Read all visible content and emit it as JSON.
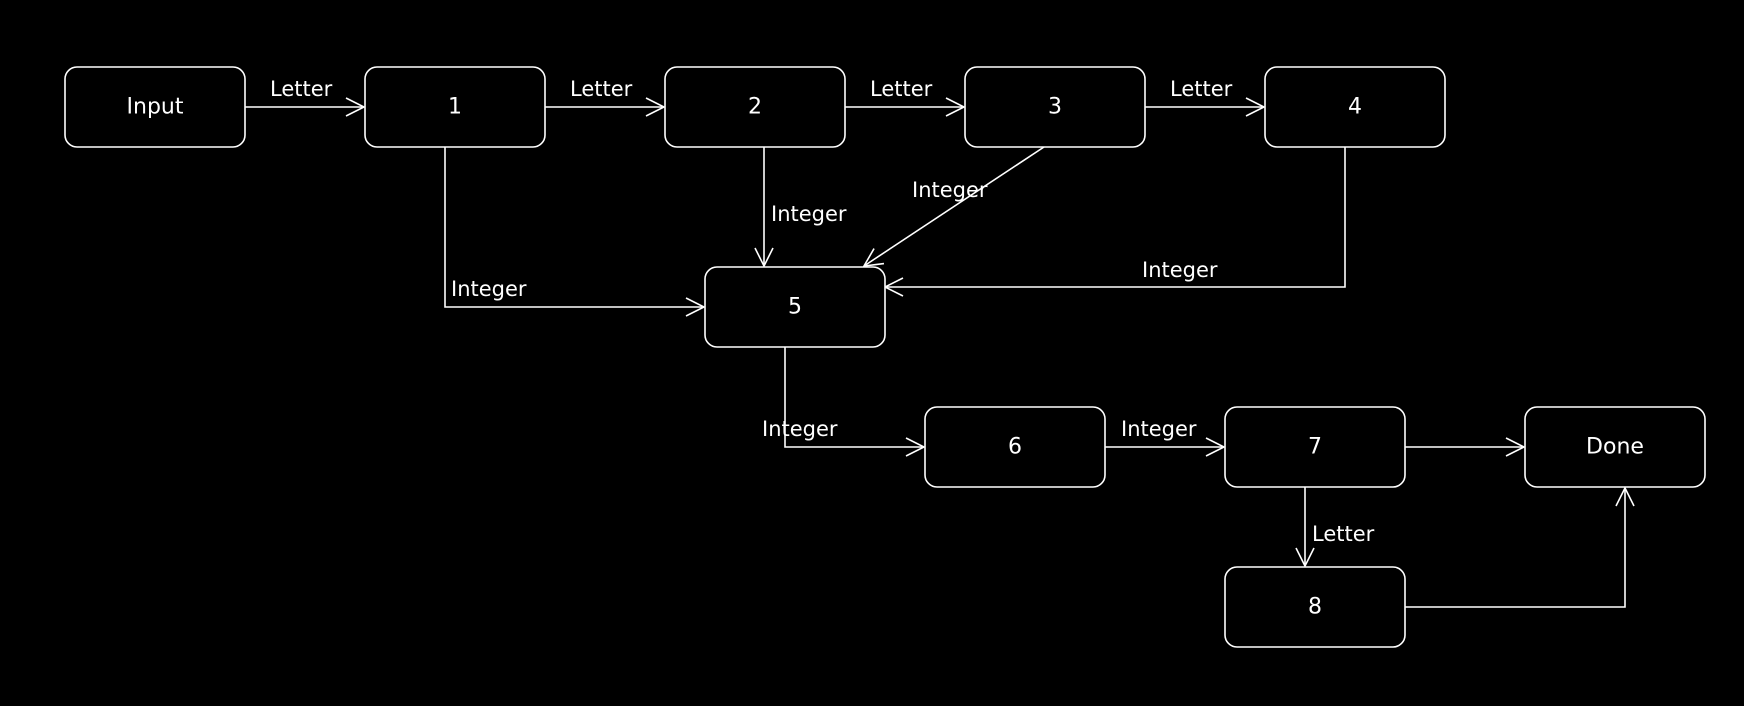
{
  "diagram": {
    "nodes": {
      "input": "Input",
      "n1": "1",
      "n2": "2",
      "n3": "3",
      "n4": "4",
      "n5": "5",
      "n6": "6",
      "n7": "7",
      "n8": "8",
      "done": "Done"
    },
    "edges": {
      "input_1": "Letter",
      "1_2": "Letter",
      "2_3": "Letter",
      "3_4": "Letter",
      "1_5": "Integer",
      "2_5": "Integer",
      "3_5": "Integer",
      "4_5": "Integer",
      "5_6": "Integer",
      "6_7": "Integer",
      "7_done": "",
      "7_8": "Letter",
      "8_done": ""
    }
  },
  "colors": {
    "background": "#000000",
    "stroke": "#ffffff",
    "text": "#ffffff"
  }
}
